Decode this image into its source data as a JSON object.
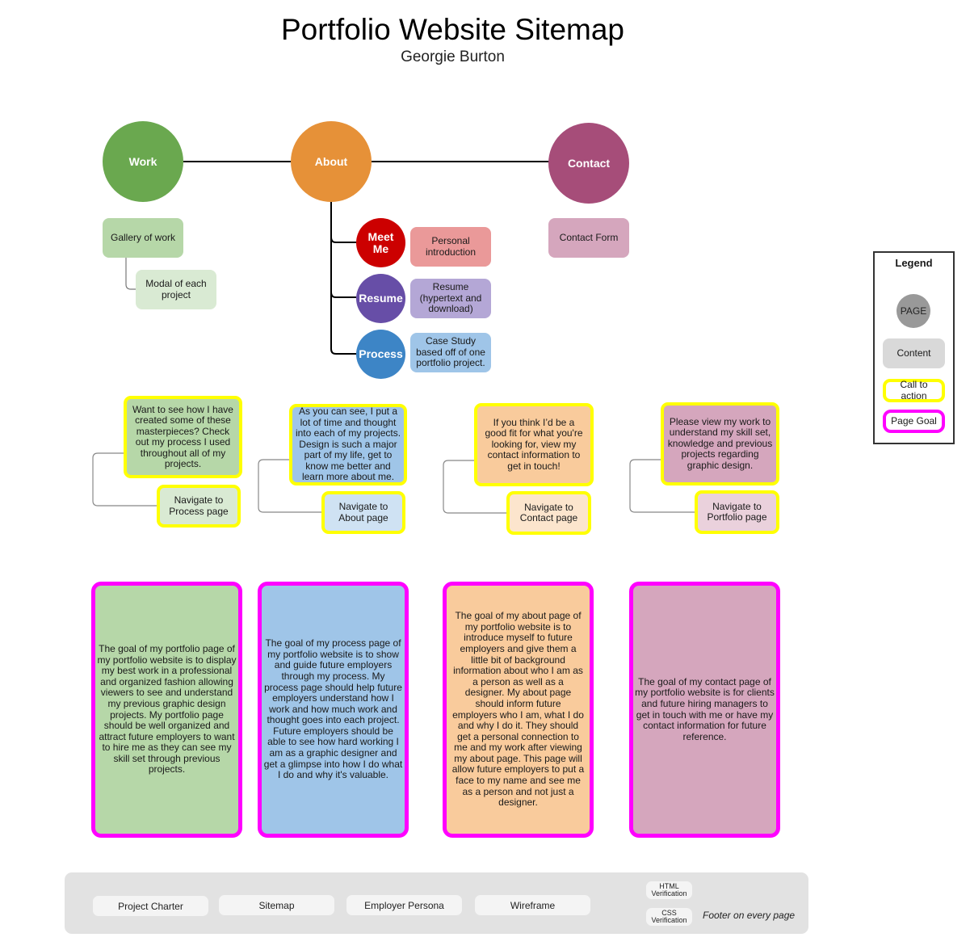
{
  "header": {
    "title": "Portfolio Website Sitemap",
    "subtitle": "Georgie Burton"
  },
  "colors": {
    "work": "#6aa84f",
    "about": "#e69138",
    "contact": "#a64d79",
    "meet_me": "#cc0000",
    "resume": "#674ea7",
    "process": "#3d85c6",
    "call_to_action_border": "#ffff00",
    "page_goal_border": "#ff00ff"
  },
  "pages": {
    "work": {
      "label": "Work",
      "content": [
        "Gallery of work",
        "Modal of each project"
      ]
    },
    "about": {
      "label": "About",
      "subpages": [
        {
          "label": "Meet Me",
          "content": "Personal introduction"
        },
        {
          "label": "Resume",
          "content": "Resume (hypertext and download)"
        },
        {
          "label": "Process",
          "content": "Case Study based off of one portfolio project."
        }
      ]
    },
    "contact": {
      "label": "Contact",
      "content": [
        "Contact Form"
      ]
    }
  },
  "calls_to_action": [
    {
      "text": "Want to see how I have created some of these masterpieces? Check out my process I used throughout all of my projects.",
      "button": "Navigate to Process page"
    },
    {
      "text": "As you can see, I put a lot of time and thought into each of my projects. Design is such a major part of my life, get to know me better and learn more about me.",
      "button": "Navigate to About page"
    },
    {
      "text": "If you think I’d be a good fit for what you're looking for, view my contact information to get in touch!",
      "button": "Navigate to Contact page"
    },
    {
      "text": "Please view my work to understand my skill set, knowledge and previous projects regarding graphic design.",
      "button": "Navigate to Portfolio page"
    }
  ],
  "page_goals": [
    "The goal of my portfolio page of my portfolio website is to display my best work in a professional and organized fashion allowing viewers to see and understand my previous graphic design projects. My portfolio page should be well organized and attract future employers to want to hire me as they can see my skill set through previous projects.",
    "The goal of my process page of my portfolio website is to show and guide future employers through my process. My process page should help future employers understand how I work and how much work and thought goes into each project. Future employers should be able to see how hard working I am as a graphic designer and get a glimpse into how I do what I do and why it's valuable.",
    "The goal of my about page of my portfolio website is to introduce myself to future employers and give them a little bit of background information about who I am as a person as well as a designer. My about page should inform future employers who I am, what I do and why I do it. They should get a personal connection to me and my work after viewing my about page. This page will allow future employers to put a face to my name and see me as a person and not just a designer.",
    "The goal of my contact page of my portfolio website is for clients and future hiring managers to get in touch with me or have my contact information for future reference."
  ],
  "legend": {
    "title": "Legend",
    "items": [
      "PAGE",
      "Content",
      "Call to action",
      "Page Goal"
    ]
  },
  "footer": {
    "links": [
      "Project Charter",
      "Sitemap",
      "Employer Persona",
      "Wireframe"
    ],
    "verifications": [
      "HTML Verification",
      "CSS Verification"
    ],
    "note": "Footer on every page"
  }
}
